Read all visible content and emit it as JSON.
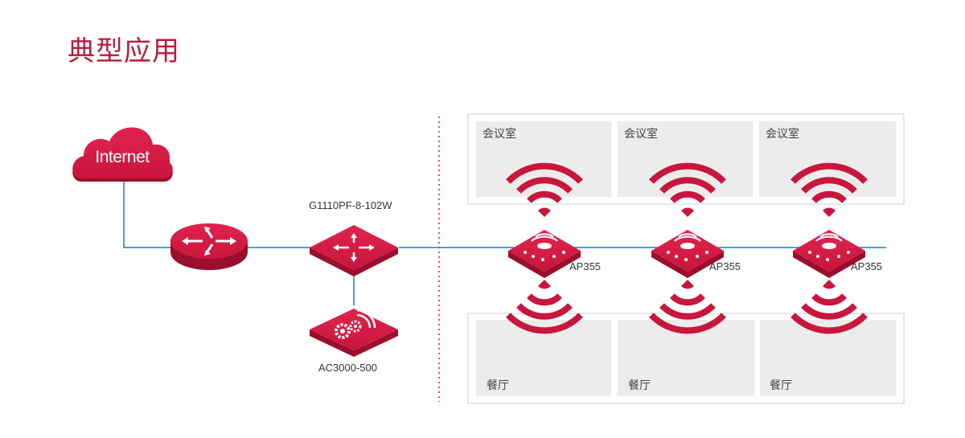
{
  "title": "典型应用",
  "colors": {
    "brand": "#c8163c",
    "brand_dark": "#9a0f2c",
    "link": "#1f7fbf",
    "room": "#ececec",
    "divider": "#c8163c"
  },
  "internet": {
    "label": "Internet"
  },
  "router": {
    "icon": "router-arrows-icon"
  },
  "switch": {
    "label": "G1110PF-8-102W",
    "icon": "switch-arrows-icon"
  },
  "controller": {
    "label": "AC3000-500",
    "icon": "gears-wifi-icon"
  },
  "access_points": [
    {
      "label": "AP355",
      "upper_room": "会议室",
      "lower_room": "餐厅"
    },
    {
      "label": "AP355",
      "upper_room": "会议室",
      "lower_room": "餐厅"
    },
    {
      "label": "AP355",
      "upper_room": "会议室",
      "lower_room": "餐厅"
    }
  ]
}
